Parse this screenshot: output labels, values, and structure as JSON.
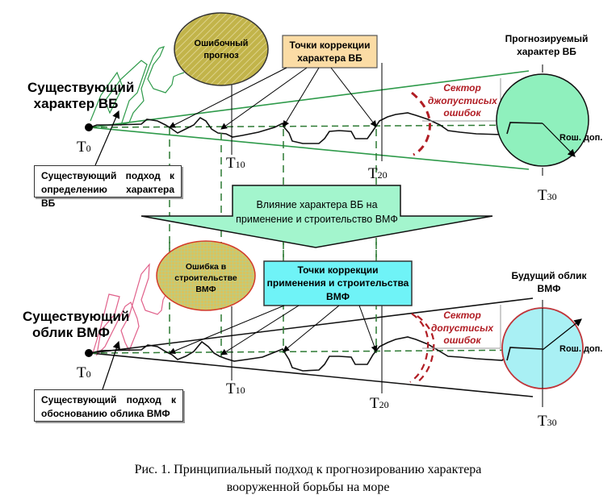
{
  "figure": {
    "caption_line1": "Рис. 1. Принципиальный подход к прогнозированию характера",
    "caption_line2": "вооруженной борьбы на море"
  },
  "top_panel": {
    "start_label": "Существующий характер ВБ",
    "start_label_line1": "Существующий",
    "start_label_line2": "характер ВБ",
    "error_ellipse_line1": "Ошибочный",
    "error_ellipse_line2": "прогноз",
    "correction_box_line1": "Точки коррекции",
    "correction_box_line2": "характера ВБ",
    "target_label_line1": "Прогнозируемый",
    "target_label_line2": "характер ВБ",
    "sector_line1": "Сектор",
    "sector_line2": "джопустисых",
    "sector_line3": "ошибок",
    "radius_label": "Rош. доп.",
    "approach_line1": "Существующий подход к",
    "approach_line2": "определению характера ВБ",
    "time_marks": [
      {
        "letter": "T",
        "index": "0"
      },
      {
        "letter": "T",
        "index": "10"
      },
      {
        "letter": "T",
        "index": "20"
      },
      {
        "letter": "T",
        "index": "30"
      }
    ]
  },
  "middle_arrow": {
    "line1": "Влияние характера  ВБ на",
    "line2": "применение и строительство ВМФ"
  },
  "bottom_panel": {
    "start_label_line1": "Существующий",
    "start_label_line2": "облик ВМФ",
    "error_ellipse_line1": "Ошибка в",
    "error_ellipse_line2": "строительстве",
    "error_ellipse_line3": "ВМФ",
    "correction_box_line1": "Точки коррекции",
    "correction_box_line2": "применения и строительства",
    "correction_box_line3": "ВМФ",
    "target_label_line1": "Будущий  облик",
    "target_label_line2": "ВМФ",
    "sector_line1": "Сектор",
    "sector_line2": "допустисых",
    "sector_line3": "ошибок",
    "radius_label": "Rош. доп.",
    "approach_line1": "Существующий подход к",
    "approach_line2": "обоснованию облика ВМФ",
    "time_marks": [
      {
        "letter": "T",
        "index": "0"
      },
      {
        "letter": "T",
        "index": "10"
      },
      {
        "letter": "T",
        "index": "20"
      },
      {
        "letter": "T",
        "index": "30"
      }
    ]
  },
  "colors": {
    "green_line": "#2e9a4a",
    "dashed_green": "#2d7a33",
    "target_top_fill": "#8ff0bd",
    "target_bottom_fill": "#a9f0f4",
    "target_bottom_stroke": "#c0353a",
    "error_top_fill": "#c7b94a",
    "error_bottom_fill": "#d6c25e",
    "error_bottom_stroke": "#d23a2a",
    "correction_top_fill": "#fbdca5",
    "correction_bottom_fill": "#6ff3f7",
    "arrow_fill": "#a3f5cd",
    "sector_red": "#b11d24",
    "scribble_red": "#e0608a"
  }
}
